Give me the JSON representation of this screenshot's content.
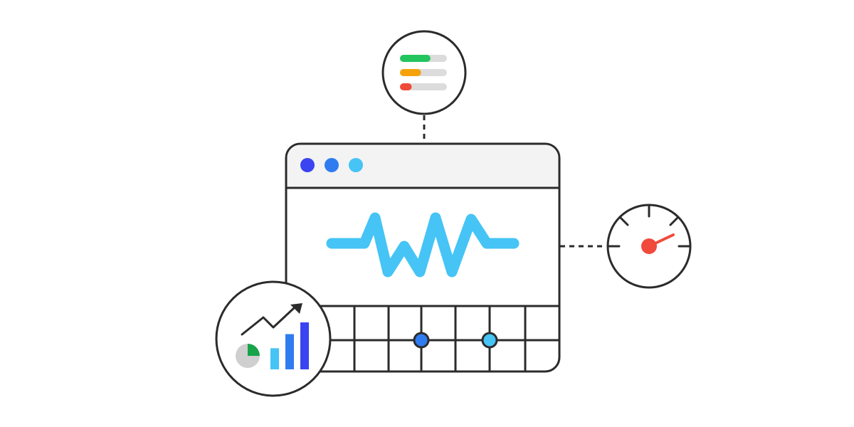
{
  "colors": {
    "outline": "#2b2b2b",
    "window_bar": "#f3f3f3",
    "background": "#ffffff",
    "dot_dark_blue": "#3a44f0",
    "dot_blue": "#2f7cf0",
    "dot_light_blue": "#45c4f5",
    "waveform": "#45c4f5",
    "status_green": "#22c55e",
    "status_orange": "#f5a20a",
    "status_red": "#f04a3a",
    "status_track": "#dcdcdc",
    "gauge_needle": "#f04a3a",
    "trend_arrow": "#2b2b2b",
    "pie_green": "#16a34a",
    "pie_gray": "#cfcfcf",
    "bar_light_blue": "#45c4f5",
    "bar_blue": "#2f7cf0",
    "bar_dark_blue": "#3a44f0"
  },
  "icons": {
    "browser_window": "monitoring-window-icon",
    "status_bars": "status-bars-icon",
    "gauge": "speedometer-gauge-icon",
    "analytics": "analytics-chart-icon",
    "waveform": "pulse-waveform-icon"
  },
  "status_bars": [
    {
      "name": "green",
      "level": 0.65
    },
    {
      "name": "orange",
      "level": 0.45
    },
    {
      "name": "red",
      "level": 0.25
    }
  ],
  "analytics_bars": [
    {
      "name": "light-blue",
      "level": 0.45
    },
    {
      "name": "blue",
      "level": 0.75
    },
    {
      "name": "dark-blue",
      "level": 1.0
    }
  ]
}
